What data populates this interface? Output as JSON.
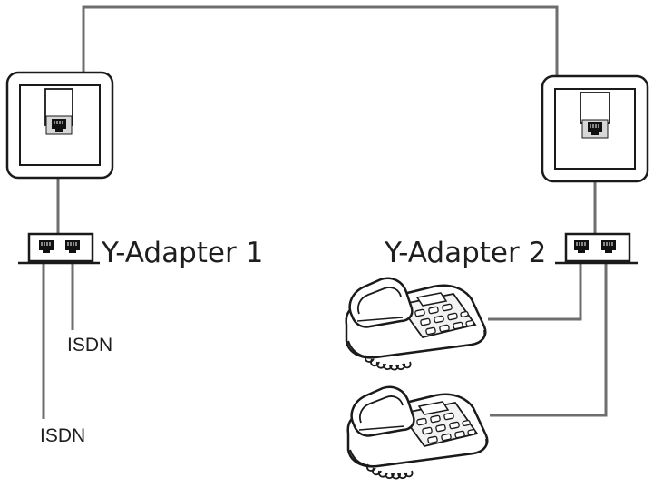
{
  "labels": {
    "adapter_1": "Y-Adapter 1",
    "adapter_2": "Y-Adapter 2",
    "isdn_upper": "ISDN",
    "isdn_lower": "ISDN"
  },
  "icons": {
    "wall_socket": "rj45-wall-socket-icon",
    "y_adapter": "y-adapter-icon",
    "telephone": "desk-telephone-icon"
  },
  "colors": {
    "line": "#6e6e6e",
    "outline": "#1a1a1a",
    "background": "#ffffff"
  }
}
